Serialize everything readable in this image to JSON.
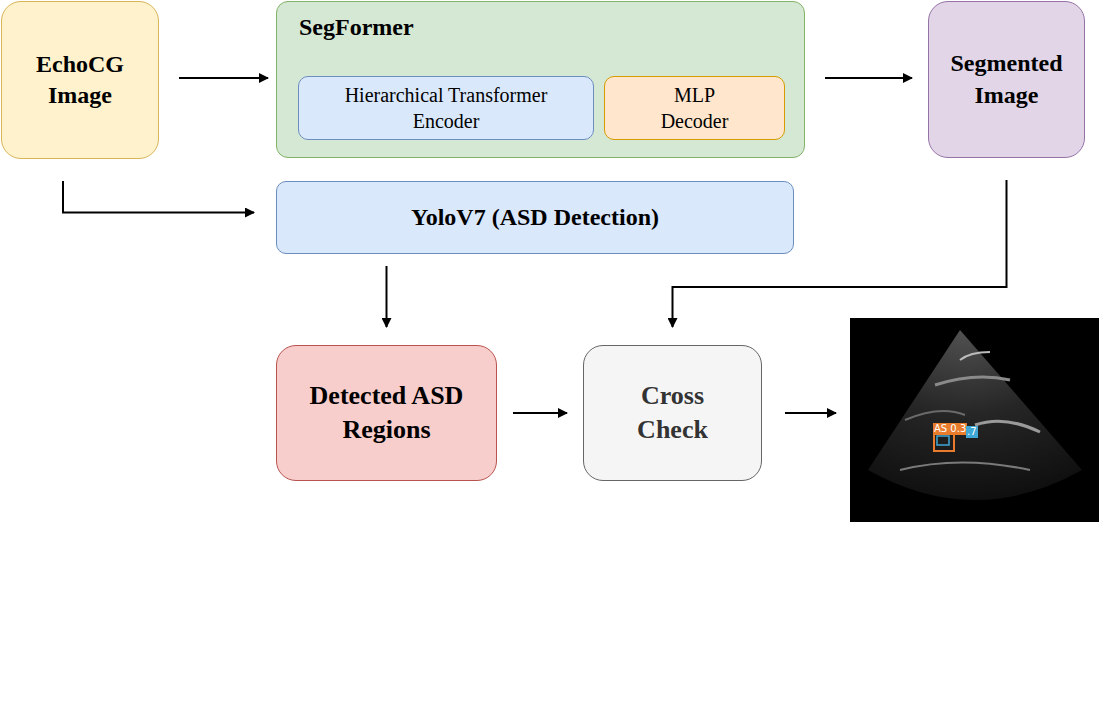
{
  "diagram": {
    "nodes": [
      {
        "text": [
          "EchoCG Image"
        ]
      },
      {
        "text": [
          "SegFormer"
        ]
      },
      {
        "text": [
          "Hierarchical Transformer Encoder"
        ],
        "in": 1
      },
      {
        "text": [
          "MLP Decoder"
        ],
        "in": 1
      },
      {
        "text": [
          "Segmented Image"
        ]
      },
      {
        "text": [
          "YoloV7 (ASD Detection)"
        ]
      },
      {
        "text": [
          "Detected ASD Regions"
        ]
      },
      {
        "text": [
          "Cross Check"
        ]
      }
    ],
    "edges": [
      {
        "from": 0,
        "to": 1,
        "arrow": "to"
      },
      {
        "from": 1,
        "to": 4,
        "arrow": "to"
      },
      {
        "from": 0,
        "to": 5,
        "arrow": "to"
      },
      {
        "from": 5,
        "to": 6,
        "arrow": "to"
      },
      {
        "from": 4,
        "to": 7,
        "arrow": "to"
      },
      {
        "from": 6,
        "to": 7,
        "arrow": "to"
      }
    ],
    "labels": [
      "AS 0.3",
      ".7"
    ]
  }
}
